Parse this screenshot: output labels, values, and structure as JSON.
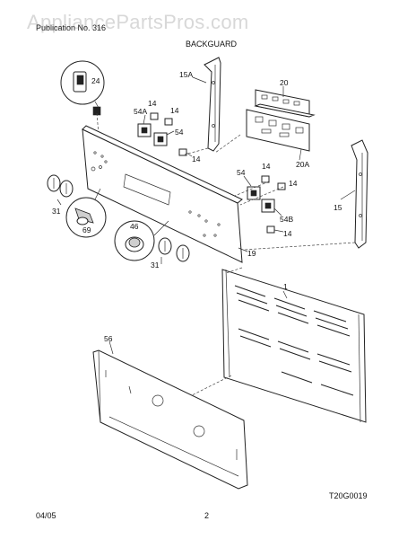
{
  "header": {
    "watermark": "AppliancePartsPros.com",
    "subtitle": "Publication No. 316",
    "title": "BACKGUARD"
  },
  "callouts": {
    "p24": "24",
    "p15a": "15A",
    "p20": "20",
    "p20a": "20A",
    "p54a": "54A",
    "p14_a": "14",
    "p14_b": "14",
    "p54_a": "54",
    "p14_c": "14",
    "p54_b": "54",
    "p14_d": "14",
    "p14_e": "14",
    "p15": "15",
    "p54b": "54B",
    "p14_f": "14",
    "p31_a": "31",
    "p69": "69",
    "p46": "46",
    "p19": "19",
    "p31_b": "31",
    "p1": "1",
    "p56": "56"
  },
  "diagram_code": "T20G0019",
  "footer": {
    "date": "04/05",
    "page": "2"
  }
}
